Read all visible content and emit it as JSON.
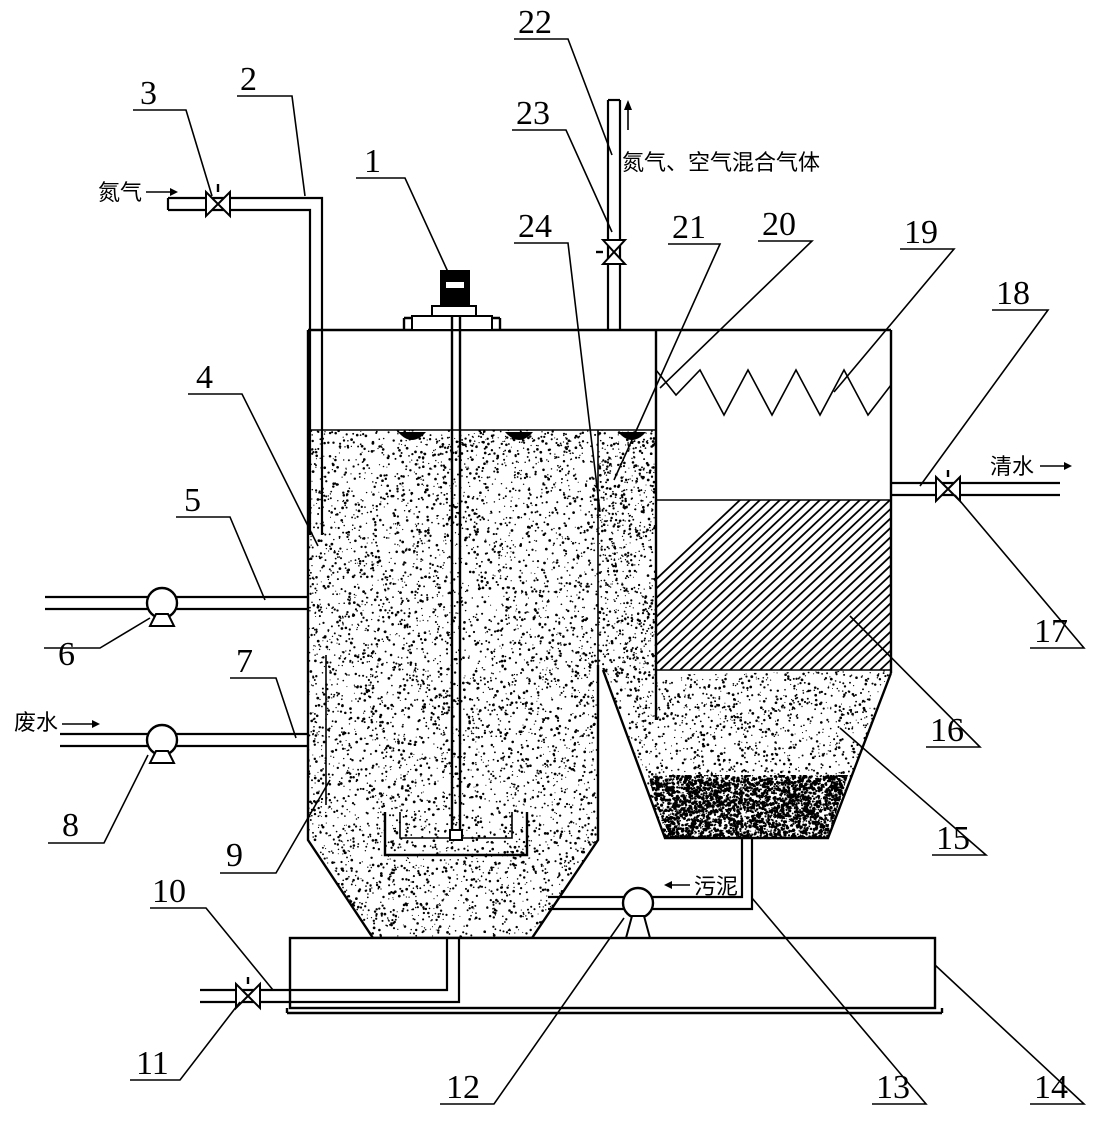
{
  "labels": {
    "n1": "1",
    "n2": "2",
    "n3": "3",
    "n4": "4",
    "n5": "5",
    "n6": "6",
    "n7": "7",
    "n8": "8",
    "n9": "9",
    "n10": "10",
    "n11": "11",
    "n12": "12",
    "n13": "13",
    "n14": "14",
    "n15": "15",
    "n16": "16",
    "n17": "17",
    "n18": "18",
    "n19": "19",
    "n20": "20",
    "n21": "21",
    "n22": "22",
    "n23": "23",
    "n24": "24"
  },
  "texts": {
    "nitrogen": "氮气",
    "mixed_gas": "氮气、空气混合气体",
    "wastewater": "废水",
    "clean_water": "清水",
    "sludge": "污泥"
  },
  "colors": {
    "line": "#000000",
    "background": "#ffffff",
    "speckle": "#000000"
  }
}
